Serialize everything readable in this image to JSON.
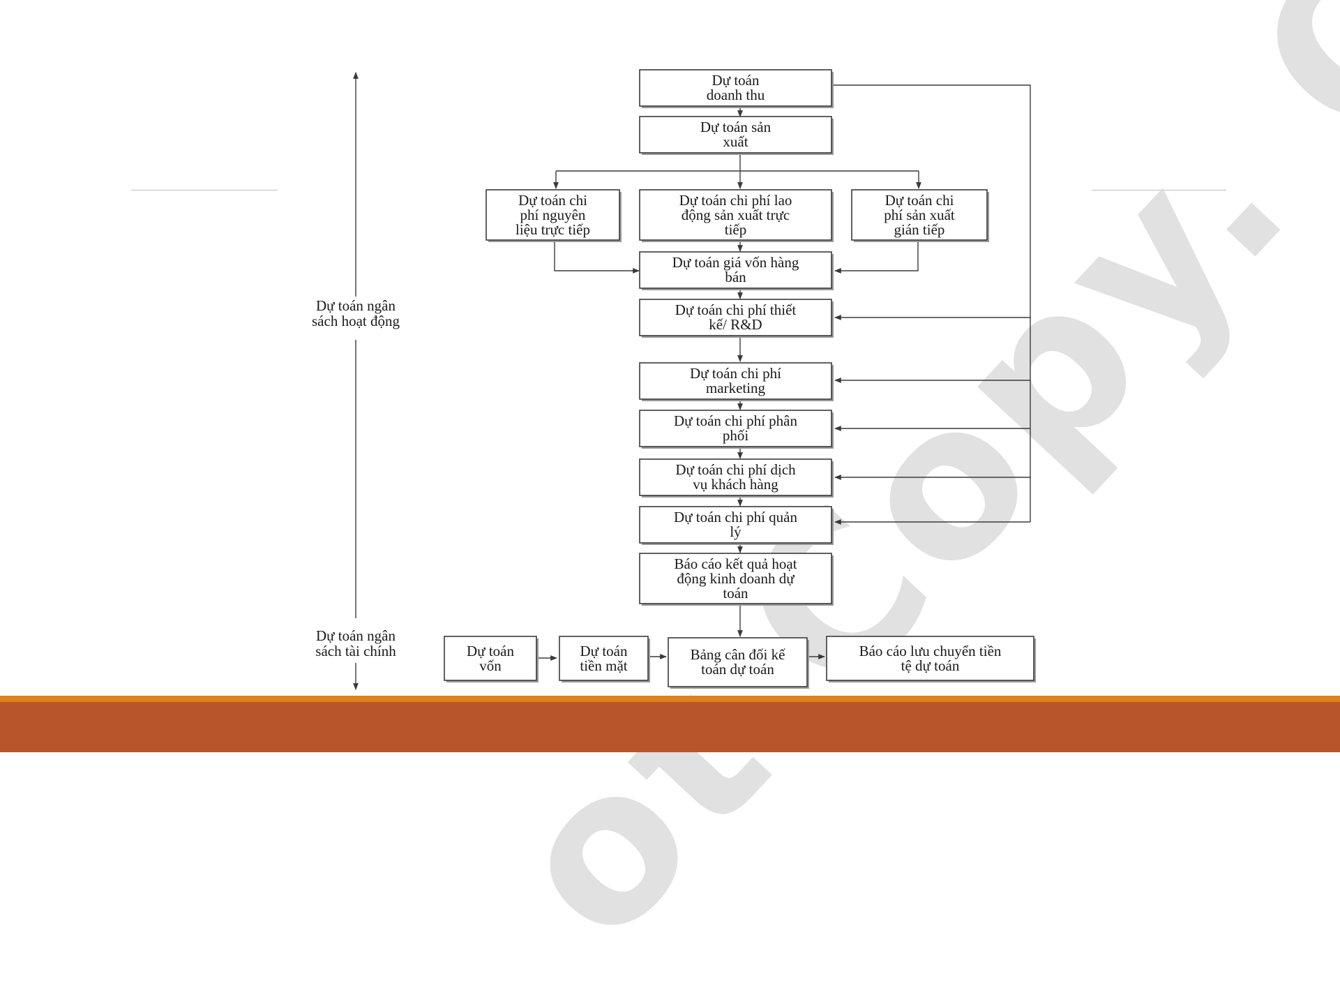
{
  "colors": {
    "accent_orange": "#e0801c",
    "accent_rust": "#b8552b",
    "box_stroke": "#3a3a3a",
    "watermark": "#dcdcdc"
  },
  "watermark_text": "ot Copy. Or K",
  "side_labels": {
    "operating_budget": "Dự toán ngân\nsách hoạt động",
    "financial_budget": "Dự toán ngân\nsách tài chính"
  },
  "nodes": {
    "sales_budget": "Dự toán\ndoanh thu",
    "production_budget": "Dự toán sản\nxuất",
    "direct_materials_budget": "Dự toán chi\nphí nguyên\nliệu trực tiếp",
    "direct_labor_budget": "Dự toán chi phí lao\nđộng sản xuất trực\ntiếp",
    "manufacturing_overhead_budget": "Dự toán chi\nphí sản xuất\ngián tiếp",
    "cogs_budget": "Dự toán giá vốn hàng\nbán",
    "rnd_budget": "Dự toán chi phí thiết\nkế/ R&D",
    "marketing_budget": "Dự toán chi phí\nmarketing",
    "distribution_budget": "Dự toán chi phí phân\nphối",
    "customer_service_budget": "Dự toán chi phí dịch\nvụ khách hàng",
    "admin_budget": "Dự toán chi phí quản\nlý",
    "income_statement": "Báo cáo kết quả hoạt\nđộng kinh doanh dự\ntoán",
    "capital_budget": "Dự toán\nvốn",
    "cash_budget": "Dự toán\ntiền mặt",
    "balance_sheet": "Bảng cân đối kế\ntoán dự toán",
    "cash_flow_statement": "Báo cáo lưu chuyển tiền\ntệ dự toán"
  }
}
